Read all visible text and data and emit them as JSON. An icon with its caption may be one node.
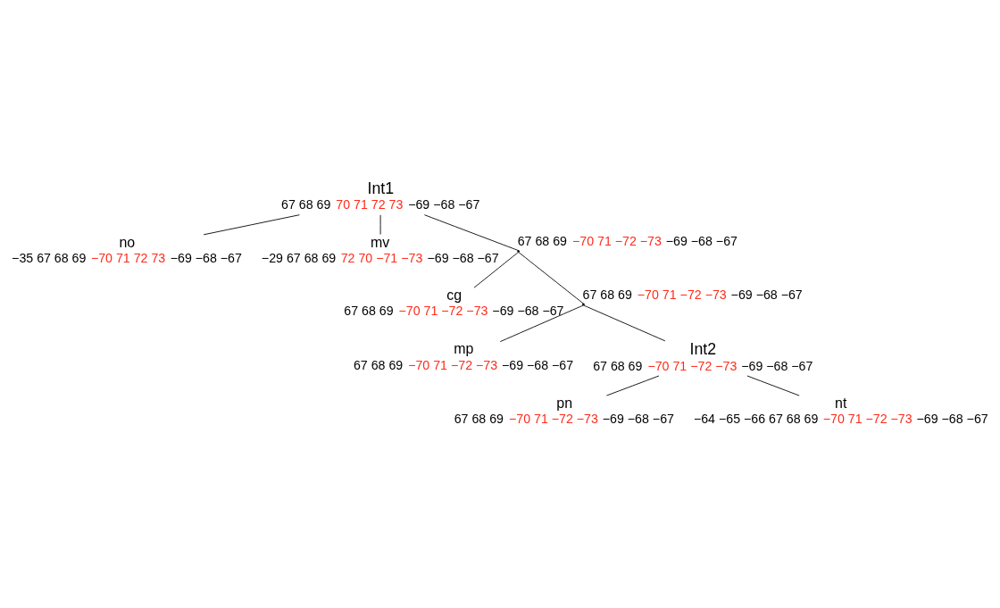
{
  "diagram": {
    "nodes": [
      {
        "text": [
          "no"
        ],
        "beside": [
          "−35 67 68 69",
          "−70 71 72 73",
          "−69 −68 −67"
        ]
      },
      {
        "text": [
          "mv"
        ],
        "beside": [
          "−29 67 68 69",
          "72 70 −71 −73",
          "−69 −68 −67"
        ]
      },
      {
        "text": [
          "Int1"
        ],
        "beside": [
          "67 68 69",
          "70 71 72 73",
          "−69 −68 −67"
        ]
      },
      {
        "text": [],
        "shape": "point",
        "beside": [
          "67 68 69",
          "−70 71 −72 −73",
          "−69 −68 −67"
        ]
      },
      {
        "text": [
          "cg"
        ],
        "beside": [
          "67 68 69",
          "−70 71 −72 −73",
          "−69 −68 −67"
        ]
      },
      {
        "text": [],
        "shape": "point",
        "beside": [
          "67 68 69",
          "−70 71 −72 −73",
          "−69 −68 −67"
        ]
      },
      {
        "text": [
          "mp"
        ],
        "beside": [
          "67 68 69",
          "−70 71 −72 −73",
          "−69 −68 −67"
        ]
      },
      {
        "text": [
          "Int2"
        ],
        "beside": [
          "67 68 69",
          "−70 71 −72 −73",
          "−69 −68 −67"
        ]
      },
      {
        "text": [
          "pn"
        ],
        "beside": [
          "67 68 69",
          "−70 71 −72 −73",
          "−69 −68 −67"
        ]
      },
      {
        "text": [
          "nt"
        ],
        "beside": [
          "−64 −65 −66 67 68 69",
          "−70 71 −72 −73",
          "−69 −68 −67"
        ]
      }
    ],
    "edges": [
      {
        "from": 2,
        "to": 0,
        "arrow": "none"
      },
      {
        "from": 2,
        "to": 1,
        "arrow": "none"
      },
      {
        "from": 2,
        "to": 3,
        "arrow": "none"
      },
      {
        "from": 3,
        "to": 4,
        "arrow": "none"
      },
      {
        "from": 3,
        "to": 5,
        "arrow": "none"
      },
      {
        "from": 5,
        "to": 6,
        "arrow": "none"
      },
      {
        "from": 5,
        "to": 7,
        "arrow": "none"
      },
      {
        "from": 7,
        "to": 8,
        "arrow": "none"
      },
      {
        "from": 7,
        "to": 9,
        "arrow": "none"
      }
    ]
  }
}
